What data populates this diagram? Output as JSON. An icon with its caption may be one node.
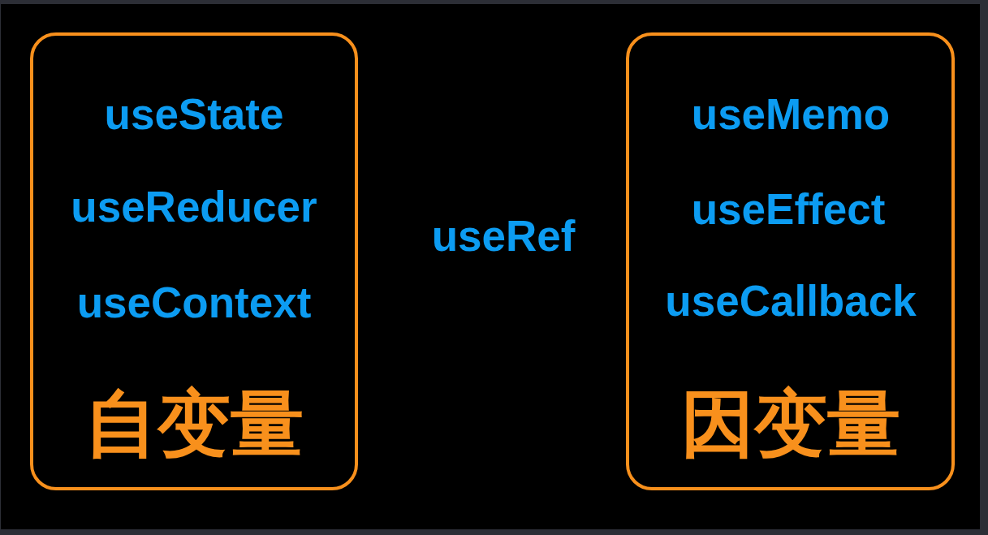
{
  "diagram": {
    "nodes": [
      {
        "text": [
          "useState",
          "useReducer",
          "useContext",
          "自变量"
        ]
      },
      {
        "text": [
          "useMemo",
          "useEffect",
          "useCallback",
          "因变量"
        ]
      }
    ],
    "labels": [
      "useRef"
    ]
  }
}
